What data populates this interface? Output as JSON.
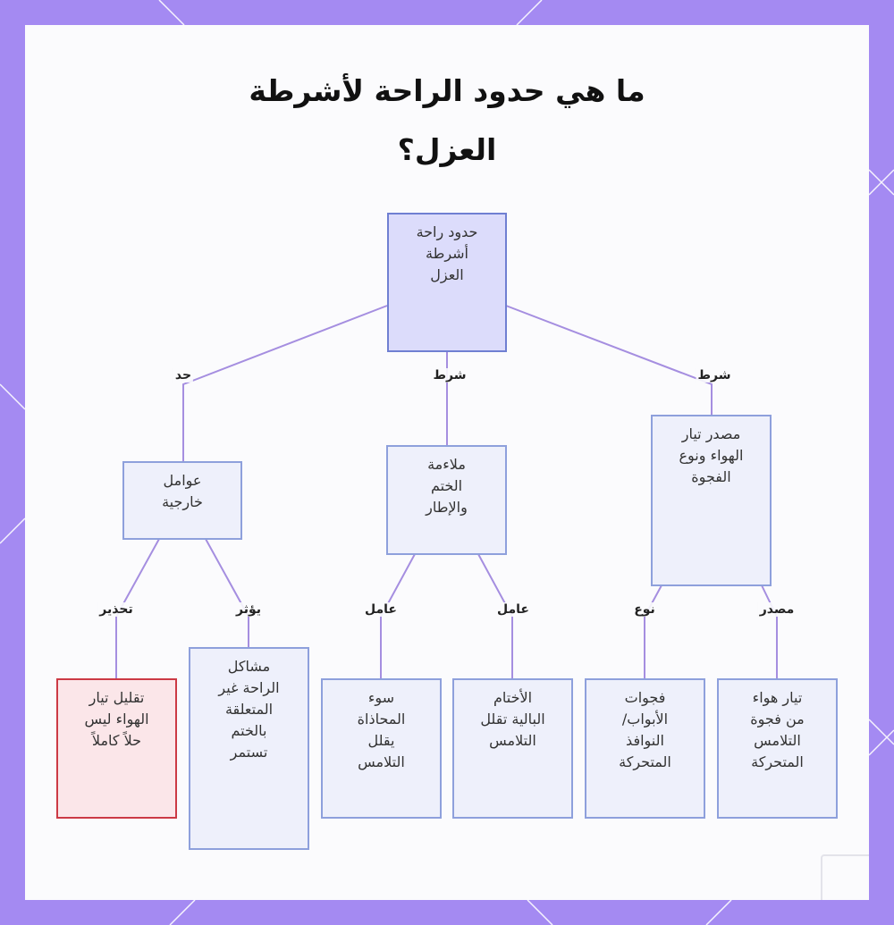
{
  "title": {
    "line1": "ما هي حدود الراحة لأشرطة",
    "line2": "العزل؟"
  },
  "nodes": {
    "root": "حدود راحة\nأشرطة\nالعزل",
    "external": "عوامل\nخارجية",
    "seal_fit": "ملاءمة\nالختم\nوالإطار",
    "airflow_source": "مصدر تيار\nالهواء ونوع\nالفجوة",
    "reduce_airflow": "تقليل تيار\nالهواء ليس\nحلاً كاملاً",
    "comfort_issues": "مشاكل\nالراحة غير\nالمتعلقة\nبالختم\nتستمر",
    "misalignment": "سوء\nالمحاذاة\nيقلل\nالتلامس",
    "worn_seals": "الأختام\nالبالية تقلل\nالتلامس",
    "moving_gaps": "فجوات\nالأبواب/\nالنوافذ\nالمتحركة",
    "moving_contact": "تيار هواء\nمن فجوة\nالتلامس\nالمتحركة"
  },
  "edge_labels": {
    "limit": "حد",
    "condition_center": "شرط",
    "condition_right": "شرط",
    "warning": "تحذير",
    "affects": "يؤثر",
    "factor_left": "عامل",
    "factor_right": "عامل",
    "type": "نوع",
    "source": "مصدر"
  },
  "colors": {
    "frame": "#a48af2",
    "edge": "#a58ee0",
    "node_border": "#8ea0dc",
    "warning_border": "#cc3a45"
  }
}
